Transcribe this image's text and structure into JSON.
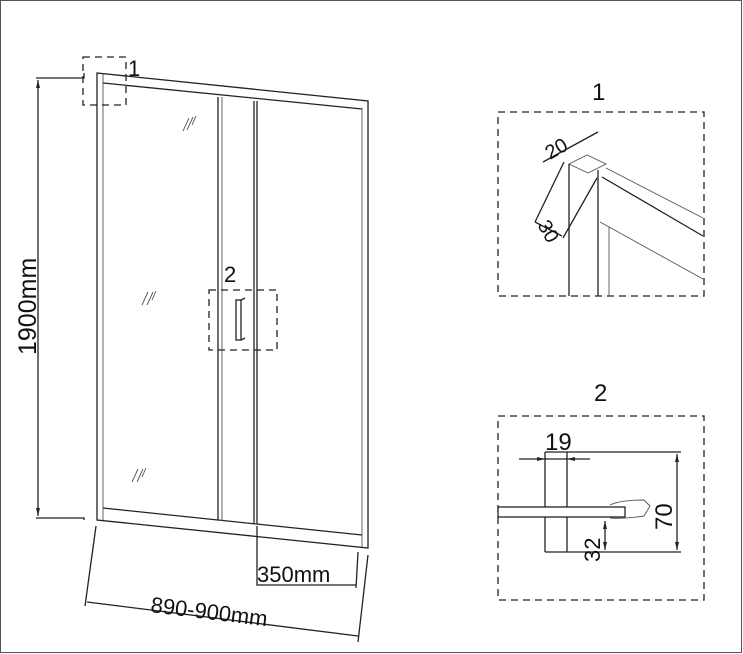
{
  "main_view": {
    "height_label": "1900mm",
    "width_label": "890-900mm",
    "opening_label": "350mm",
    "callout_1": "1",
    "callout_2": "2"
  },
  "detail_1": {
    "title": "1",
    "dim_width": "20",
    "dim_depth": "30"
  },
  "detail_2": {
    "title": "2",
    "dim_width": "19",
    "dim_height": "70",
    "dim_offset": "32"
  }
}
